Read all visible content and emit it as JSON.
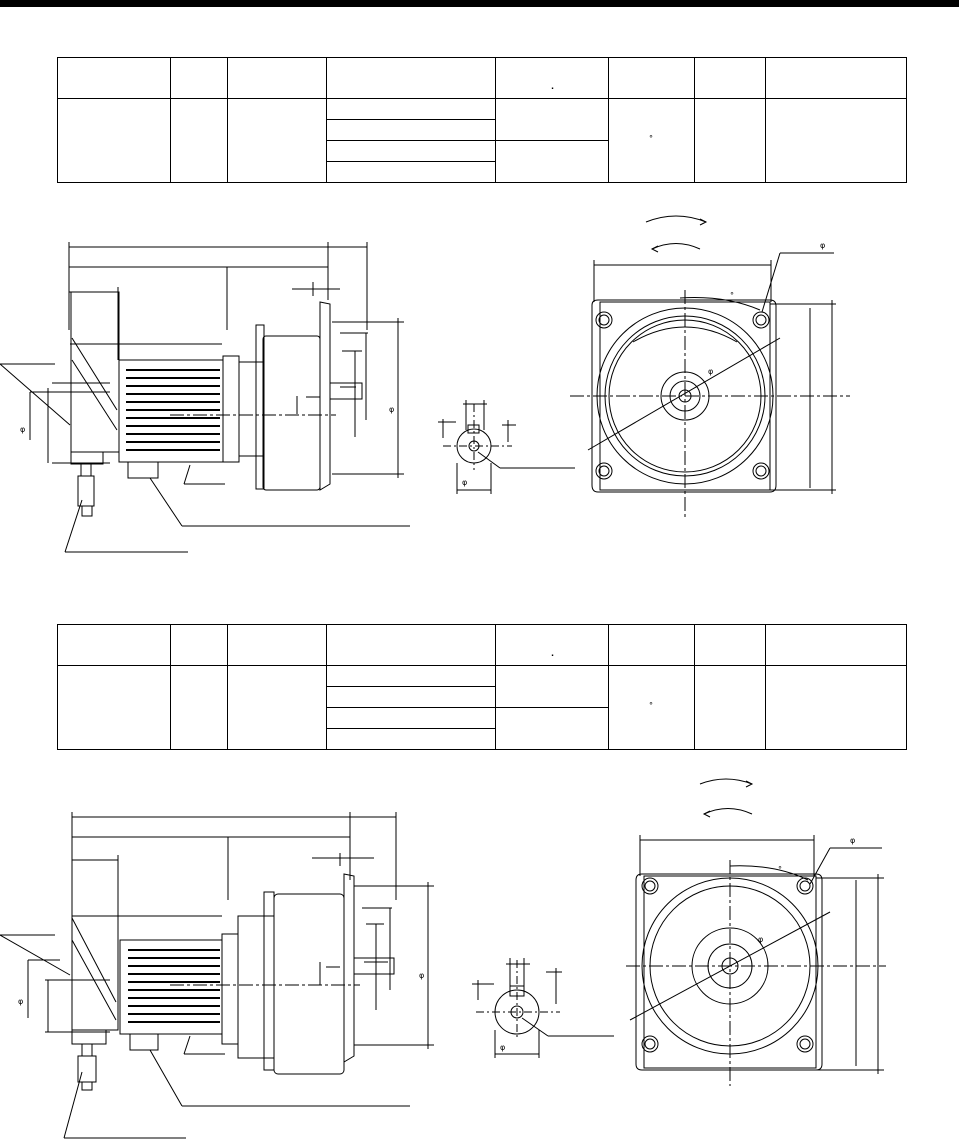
{
  "page": {
    "symbols": {
      "diameter": "φ",
      "degree": "°",
      "decimal_point": "."
    }
  },
  "colors": {
    "ink": "#000000",
    "paper": "#ffffff"
  },
  "icons": {
    "rotation_arrow": "rotation-direction-arrows",
    "mounting_hole": "mounting-hole-circle",
    "connector": "power-connector-plug"
  }
}
